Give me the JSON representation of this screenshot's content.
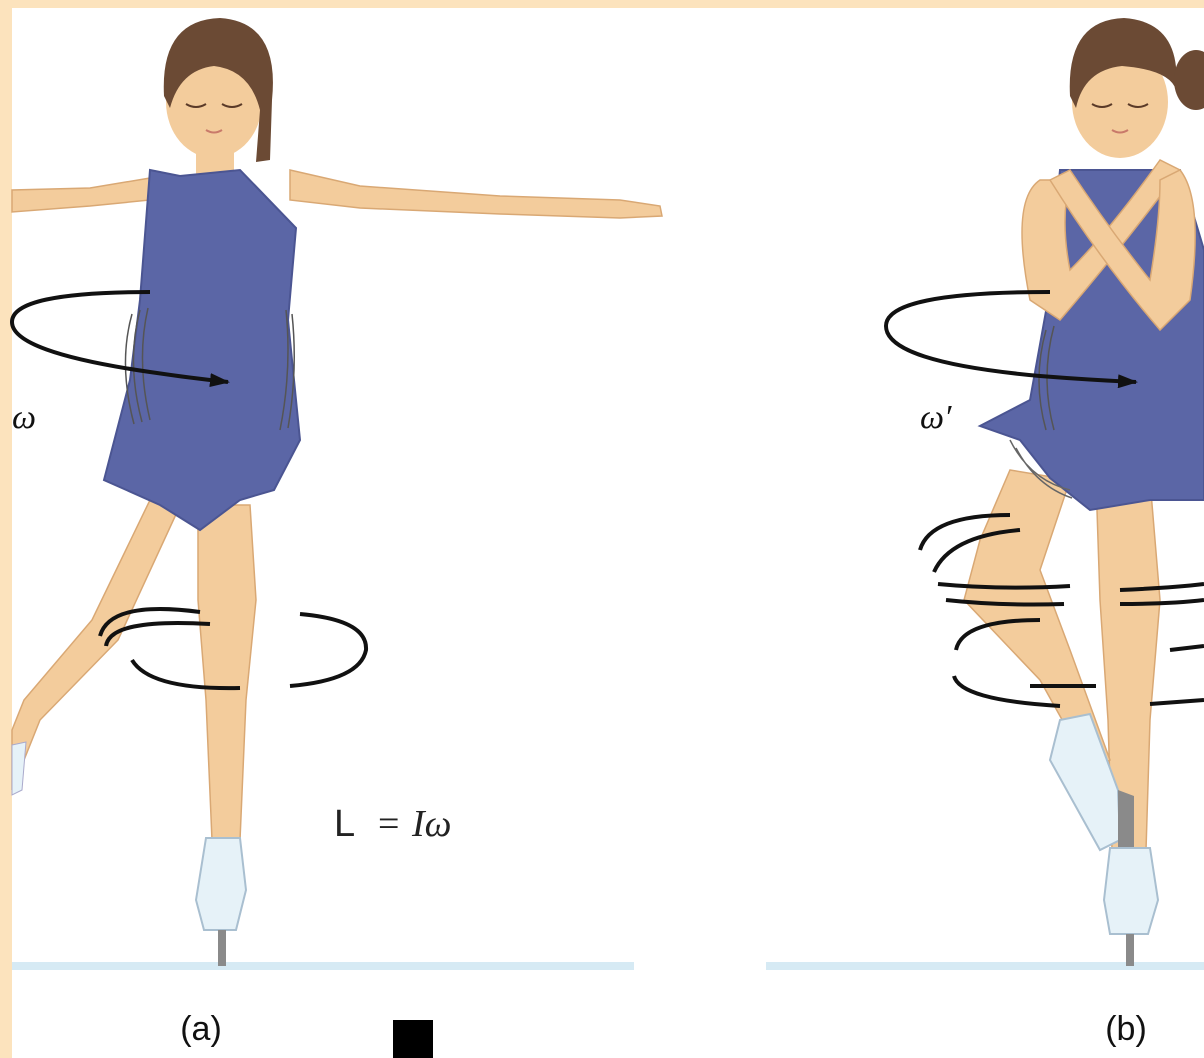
{
  "figure": {
    "panels": [
      {
        "id": "a",
        "caption": "(a)",
        "omega_label": "ω",
        "equation": {
          "lhs": "L",
          "eq": "=",
          "rhs": "Iω"
        }
      },
      {
        "id": "b",
        "caption": "(b)",
        "omega_label": "ω′"
      }
    ]
  },
  "colors": {
    "frame": "#fce3bd",
    "background": "#ffffff",
    "dress": "#5b66a6",
    "dress_dark": "#4b5592",
    "skin": "#f3cc9c",
    "skin_shade": "#e2b27f",
    "hair": "#6b4a34",
    "ice": "#d6eaf4",
    "skate": "#e6f2f8",
    "blade": "#8a8a8a",
    "motion_lines": "#1a1a1a",
    "marker": "#000000"
  },
  "icons": [
    "rotation-arrow-icon",
    "black-square-marker"
  ]
}
